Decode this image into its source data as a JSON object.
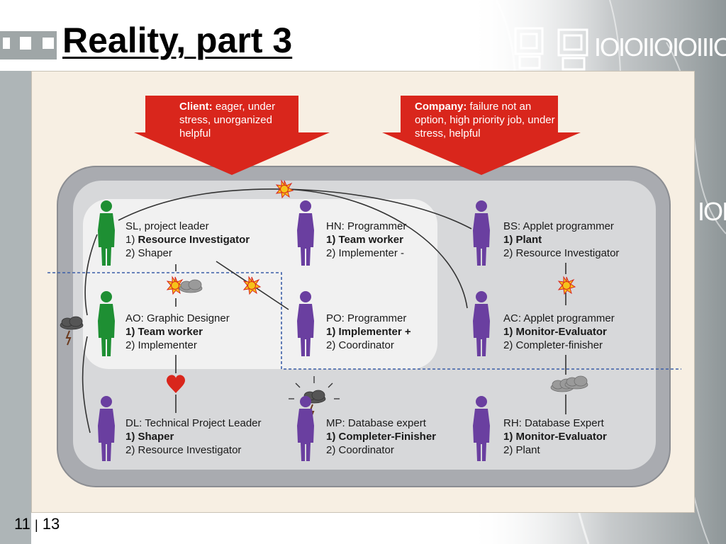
{
  "slide": {
    "title": "Reality, part 3",
    "binary": "IOIOIIOIOIIIOIO",
    "binary_2": "IOIO",
    "page_current": "11",
    "page_separator": "|",
    "page_total": "13"
  },
  "client": {
    "label": "Client:",
    "text": "eager, under stress, unorganized helpful"
  },
  "company": {
    "label": "Company:",
    "text": "failure not an option, high priority job, under stress, helpful"
  },
  "people": [
    {
      "id": "SL",
      "title": "SL, project leader",
      "role1_prefix": "1) ",
      "role1": "Resource Investigator",
      "role2": "2) Shaper",
      "color": "#1e8f33"
    },
    {
      "id": "HN",
      "title": "HN: Programmer",
      "role1_prefix": "",
      "role1": "1) Team worker",
      "role2": "2) Implementer -",
      "color": "#6a3fa0"
    },
    {
      "id": "BS",
      "title": "BS: Applet programmer",
      "role1_prefix": "",
      "role1": "1) Plant",
      "role2": "2) Resource Investigator",
      "color": "#6a3fa0"
    },
    {
      "id": "AO",
      "title": "AO: Graphic Designer",
      "role1_prefix": "",
      "role1": "1) Team worker",
      "role2": "2) Implementer",
      "color": "#1e8f33"
    },
    {
      "id": "PO",
      "title": "PO: Programmer",
      "role1_prefix": "",
      "role1": "1) Implementer +",
      "role2": "2) Coordinator",
      "color": "#6a3fa0"
    },
    {
      "id": "AC",
      "title": "AC: Applet programmer",
      "role1_prefix": "",
      "role1": "1) Monitor-Evaluator",
      "role2": "2) Completer-finisher",
      "color": "#6a3fa0"
    },
    {
      "id": "DL",
      "title": "DL: Technical Project Leader",
      "role1_prefix": "",
      "role1": "1) Shaper",
      "role2": "2) Resource Investigator",
      "color": "#6a3fa0"
    },
    {
      "id": "MP",
      "title": "MP: Database expert",
      "role1_prefix": "",
      "role1": "1) Completer-Finisher",
      "role2": "2) Coordinator",
      "color": "#6a3fa0"
    },
    {
      "id": "RH",
      "title": "RH: Database Expert",
      "role1_prefix": "",
      "role1": "1) Monitor-Evaluator",
      "role2": "2) Plant",
      "color": "#6a3fa0"
    }
  ],
  "colors": {
    "arrow_red": "#d9261c",
    "group_green": "#1e8f33",
    "group_purple": "#6a3fa0",
    "outer_panel": "#a9abb0",
    "inner_panel": "#e9e9ea",
    "sun": "#f6c21a",
    "heart": "#d9261c",
    "cloud": "#8c8c8c",
    "dotted_line": "#3b5ea8"
  },
  "icons": [
    "sun-conflict-icon",
    "cloud-icon",
    "storm-cloud-icon",
    "heart-icon",
    "person-icon",
    "down-arrow-icon"
  ]
}
